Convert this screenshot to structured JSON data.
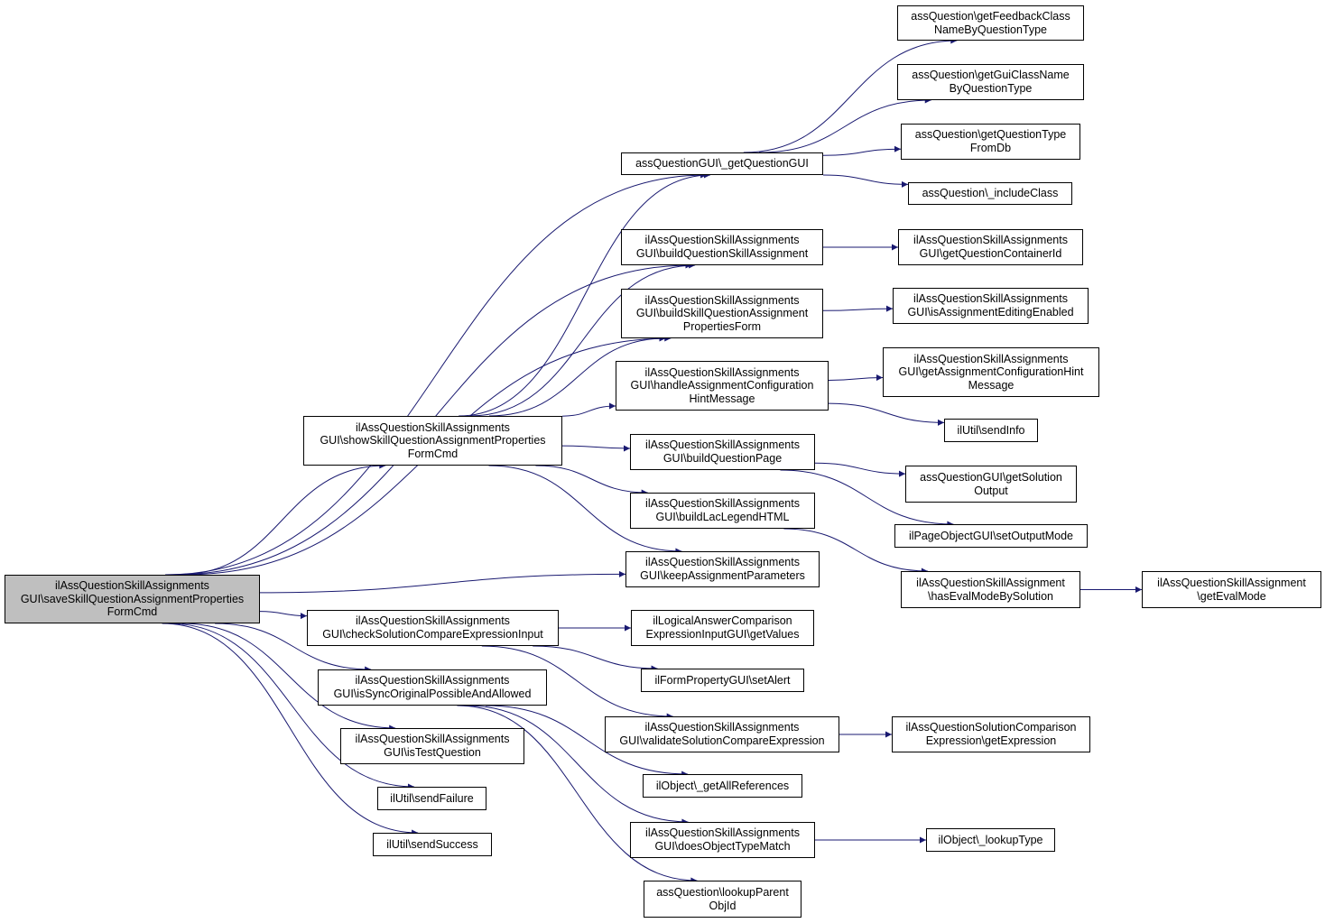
{
  "colors": {
    "edge": "#191970",
    "node_border": "#000000",
    "root_fill": "#bfbfbf",
    "node_fill": "#ffffff"
  },
  "nodes": {
    "root": "ilAssQuestionSkillAssignments\nGUI\\saveSkillQuestionAssignmentProperties\nFormCmd",
    "show_form": "ilAssQuestionSkillAssignments\nGUI\\showSkillQuestionAssignmentProperties\nFormCmd",
    "get_question_gui": "assQuestionGUI\\_getQuestionGUI",
    "feedback_class": "assQuestion\\getFeedbackClass\nNameByQuestionType",
    "gui_class_name": "assQuestion\\getGuiClassName\nByQuestionType",
    "question_type_db": "assQuestion\\getQuestionType\nFromDb",
    "include_class": "assQuestion\\_includeClass",
    "build_assignment": "ilAssQuestionSkillAssignments\nGUI\\buildQuestionSkillAssignment",
    "container_id": "ilAssQuestionSkillAssignments\nGUI\\getQuestionContainerId",
    "build_form": "ilAssQuestionSkillAssignments\nGUI\\buildSkillQuestionAssignment\nPropertiesForm",
    "editing_enabled": "ilAssQuestionSkillAssignments\nGUI\\isAssignmentEditingEnabled",
    "handle_hint": "ilAssQuestionSkillAssignments\nGUI\\handleAssignmentConfiguration\nHintMessage",
    "get_hint": "ilAssQuestionSkillAssignments\nGUI\\getAssignmentConfigurationHint\nMessage",
    "send_info": "ilUtil\\sendInfo",
    "build_page": "ilAssQuestionSkillAssignments\nGUI\\buildQuestionPage",
    "solution_output": "assQuestionGUI\\getSolution\nOutput",
    "output_mode": "ilPageObjectGUI\\setOutputMode",
    "lac_legend": "ilAssQuestionSkillAssignments\nGUI\\buildLacLegendHTML",
    "eval_by_solution": "ilAssQuestionSkillAssignment\n\\hasEvalModeBySolution",
    "get_eval_mode": "ilAssQuestionSkillAssignment\n\\getEvalMode",
    "keep_params": "ilAssQuestionSkillAssignments\nGUI\\keepAssignmentParameters",
    "check_input": "ilAssQuestionSkillAssignments\nGUI\\checkSolutionCompareExpressionInput",
    "get_values": "ilLogicalAnswerComparison\nExpressionInputGUI\\getValues",
    "set_alert": "ilFormPropertyGUI\\setAlert",
    "validate_expr": "ilAssQuestionSkillAssignments\nGUI\\validateSolutionCompareExpression",
    "get_expression": "ilAssQuestionSolutionComparison\nExpression\\getExpression",
    "sync_allowed": "ilAssQuestionSkillAssignments\nGUI\\isSyncOriginalPossibleAndAllowed",
    "all_refs": "ilObject\\_getAllReferences",
    "is_test_q": "ilAssQuestionSkillAssignments\nGUI\\isTestQuestion",
    "send_failure": "ilUtil\\sendFailure",
    "send_success": "ilUtil\\sendSuccess",
    "type_match": "ilAssQuestionSkillAssignments\nGUI\\doesObjectTypeMatch",
    "lookup_type": "ilObject\\_lookupType",
    "parent_obj": "assQuestion\\lookupParent\nObjId"
  },
  "edges": [
    [
      "root",
      "get_question_gui"
    ],
    [
      "root",
      "build_assignment"
    ],
    [
      "root",
      "build_form"
    ],
    [
      "root",
      "show_form"
    ],
    [
      "root",
      "keep_params"
    ],
    [
      "root",
      "check_input"
    ],
    [
      "root",
      "sync_allowed"
    ],
    [
      "root",
      "is_test_q"
    ],
    [
      "root",
      "send_failure"
    ],
    [
      "root",
      "send_success"
    ],
    [
      "show_form",
      "get_question_gui"
    ],
    [
      "show_form",
      "build_assignment"
    ],
    [
      "show_form",
      "build_form"
    ],
    [
      "show_form",
      "handle_hint"
    ],
    [
      "show_form",
      "build_page"
    ],
    [
      "show_form",
      "lac_legend"
    ],
    [
      "show_form",
      "keep_params"
    ],
    [
      "get_question_gui",
      "feedback_class"
    ],
    [
      "get_question_gui",
      "gui_class_name"
    ],
    [
      "get_question_gui",
      "question_type_db"
    ],
    [
      "get_question_gui",
      "include_class"
    ],
    [
      "build_assignment",
      "container_id"
    ],
    [
      "build_form",
      "editing_enabled"
    ],
    [
      "handle_hint",
      "get_hint"
    ],
    [
      "handle_hint",
      "send_info"
    ],
    [
      "build_page",
      "solution_output"
    ],
    [
      "build_page",
      "output_mode"
    ],
    [
      "lac_legend",
      "eval_by_solution"
    ],
    [
      "eval_by_solution",
      "get_eval_mode"
    ],
    [
      "check_input",
      "get_values"
    ],
    [
      "check_input",
      "set_alert"
    ],
    [
      "check_input",
      "validate_expr"
    ],
    [
      "validate_expr",
      "get_expression"
    ],
    [
      "sync_allowed",
      "all_refs"
    ],
    [
      "sync_allowed",
      "type_match"
    ],
    [
      "sync_allowed",
      "parent_obj"
    ],
    [
      "type_match",
      "lookup_type"
    ]
  ]
}
